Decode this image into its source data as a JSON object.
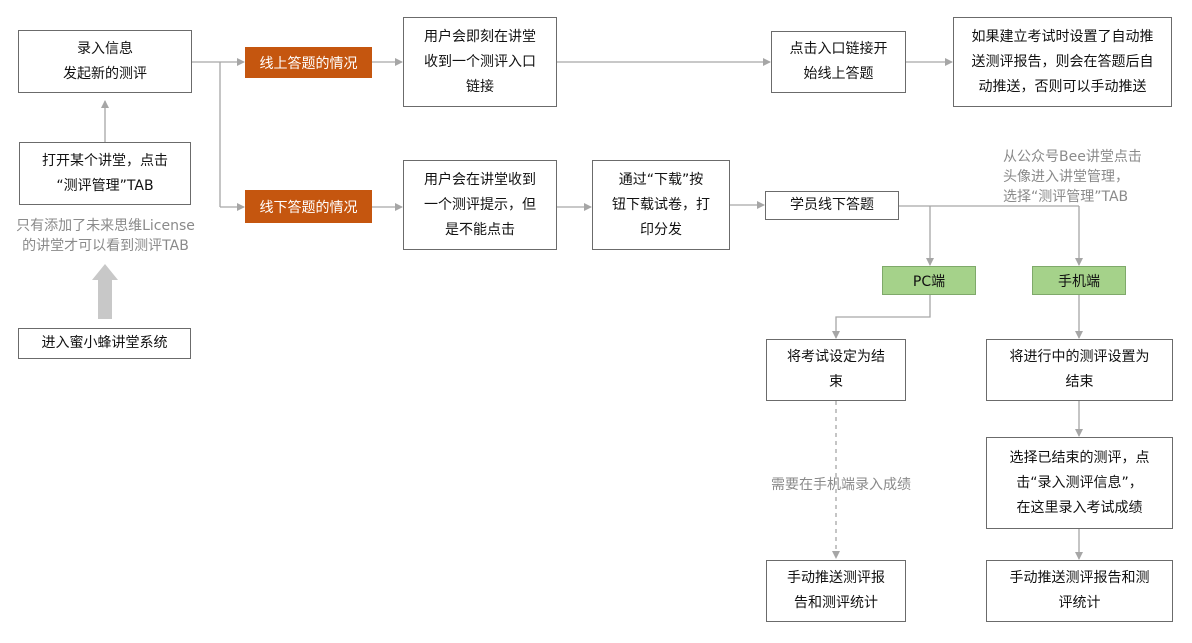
{
  "nodes": {
    "enter_info": "录入信息\n发起新的测评",
    "open_lecture": "打开某个讲堂，点击\n“测评管理”TAB",
    "enter_system": "进入蜜小蜂讲堂系统",
    "online_case": "线上答题的情况",
    "offline_case": "线下答题的情况",
    "online_receive": "用户会即刻在讲堂\n收到一个测评入口\n链接",
    "click_link": "点击入口链接开\n始线上答题",
    "auto_push": "如果建立考试时设置了自动推\n送测评报告，则会在答题后自\n动推送，否则可以手动推送",
    "offline_receive": "用户会在讲堂收到\n一个测评提示，但\n是不能点击",
    "download": "通过“下载”按\n钮下载试卷，打\n印分发",
    "student_offline": "学员线下答题",
    "pc": "PC端",
    "mobile": "手机端",
    "pc_end": "将考试设定为结\n束",
    "mobile_end": "将进行中的测评设置为\n结束",
    "select_ended": "选择已结束的测评，点\n击“录入测评信息”，\n在这里录入考试成绩",
    "pc_push": "手动推送测评报\n告和测评统计",
    "mobile_push": "手动推送测评报告和测\n评统计"
  },
  "notes": {
    "license": "只有添加了未来思维License\n的讲堂才可以看到测评TAB",
    "wechat": "从公众号Bee讲堂点击\n头像进入讲堂管理，\n选择“测评管理”TAB",
    "need_mobile": "需要在手机端录入成绩"
  },
  "colors": {
    "orange": "#c5560f",
    "green": "#a5d28a",
    "line": "#a6a6a6",
    "note": "#8a8a8a"
  }
}
